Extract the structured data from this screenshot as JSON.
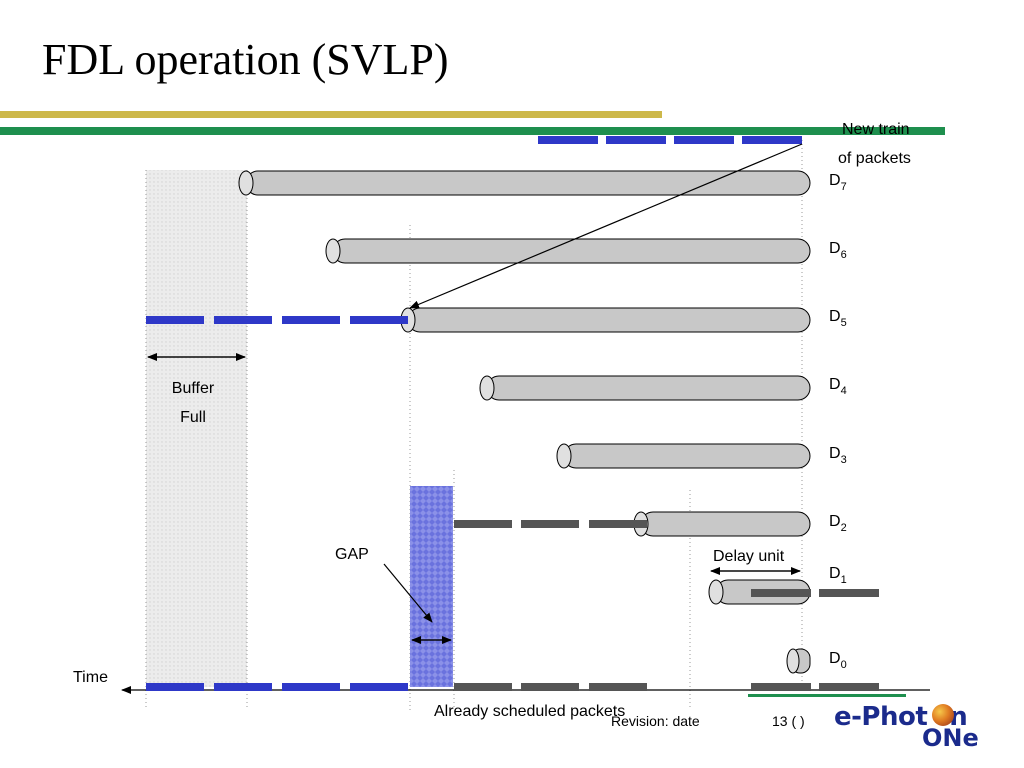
{
  "title": "FDL operation (SVLP)",
  "colors": {
    "gold_bar": "#cdb84a",
    "green_bar": "#1e8f4e",
    "new_packet": "#2e38c8",
    "scheduled_packet": "#555555",
    "fdl_fill": "#c8c8c8",
    "gap_fill": "#5b63d6",
    "buffer_shade": "#e6e6e6",
    "logo": "#1b2b8c"
  },
  "diagram": {
    "new_train_label": [
      "New train",
      "of packets"
    ],
    "delay_lines": [
      {
        "prefix": "D",
        "index": "7"
      },
      {
        "prefix": "D",
        "index": "6"
      },
      {
        "prefix": "D",
        "index": "5"
      },
      {
        "prefix": "D",
        "index": "4"
      },
      {
        "prefix": "D",
        "index": "3"
      },
      {
        "prefix": "D",
        "index": "2"
      },
      {
        "prefix": "D",
        "index": "1"
      },
      {
        "prefix": "D",
        "index": "0"
      }
    ],
    "buffer_full_label": [
      "Buffer",
      "Full"
    ],
    "gap_label": "GAP",
    "delay_unit_label": "Delay unit",
    "time_label": "Time",
    "already_scheduled_label": "Already scheduled packets"
  },
  "footer": {
    "revision": "Revision: date",
    "page": "13 (   )"
  },
  "logo": {
    "line1": "e-Phot",
    "line1_suffix": "n",
    "line2": "ONe",
    "icon": "globe-icon"
  }
}
